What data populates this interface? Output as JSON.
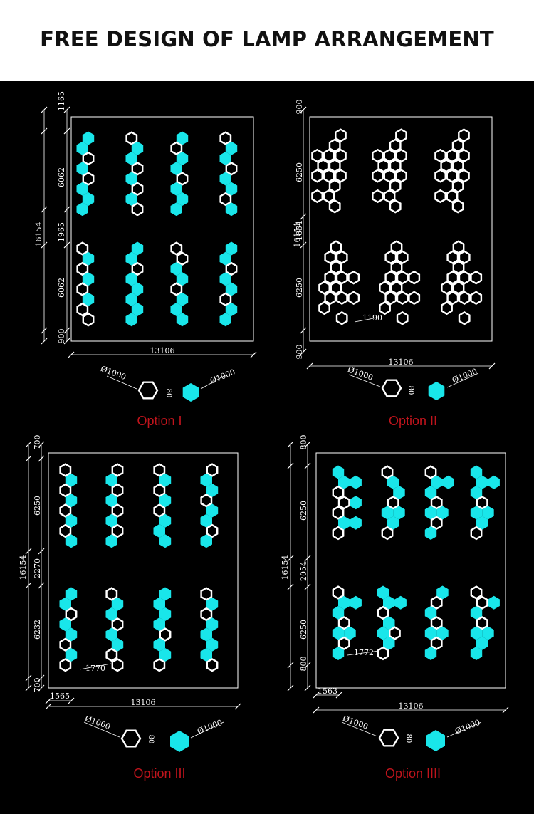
{
  "header": {
    "title": "FREE DESIGN OF LAMP ARRANGEMENT"
  },
  "colors": {
    "lamp_fill": "#19e6ea",
    "line": "#ffffff",
    "label": "#c0141c",
    "background": "#000000"
  },
  "options": [
    {
      "label": "Option I",
      "dims": {
        "height_total": "16154",
        "top": "1165",
        "block_1": "6062",
        "gap": "1965",
        "block_2": "6062",
        "bottom": "900",
        "width": "13106"
      },
      "lamp_specs": {
        "outline_diameter": "Ø1000",
        "fill_diameter": "Ø1000",
        "profile": "80"
      }
    },
    {
      "label": "Option II",
      "dims": {
        "height_total": "16154",
        "top": "900",
        "block_1": "6250",
        "gap": "1854",
        "block_2": "6250",
        "bottom": "900",
        "width": "13106",
        "spacing": "1190"
      },
      "lamp_specs": {
        "outline_diameter": "Ø1000",
        "fill_diameter": "Ø1000",
        "profile": "80"
      }
    },
    {
      "label": "Option III",
      "dims": {
        "height_total": "16154",
        "top": "700",
        "block_1": "6250",
        "gap": "2270",
        "block_2": "6232",
        "bottom": "700",
        "width": "13106",
        "margin_left": "1565",
        "spacing": "1770"
      },
      "lamp_specs": {
        "outline_diameter": "Ø1000",
        "fill_diameter": "Ø1000",
        "profile": "80"
      }
    },
    {
      "label": "Option IIII",
      "dims": {
        "height_total": "16154",
        "top": "800",
        "block_1": "6250",
        "gap": "2054",
        "block_2": "6250",
        "bottom": "800",
        "width": "13106",
        "margin_left": "1563",
        "spacing": "1772"
      },
      "lamp_specs": {
        "outline_diameter": "Ø1000",
        "fill_diameter": "Ø1000",
        "profile": "80"
      }
    }
  ]
}
